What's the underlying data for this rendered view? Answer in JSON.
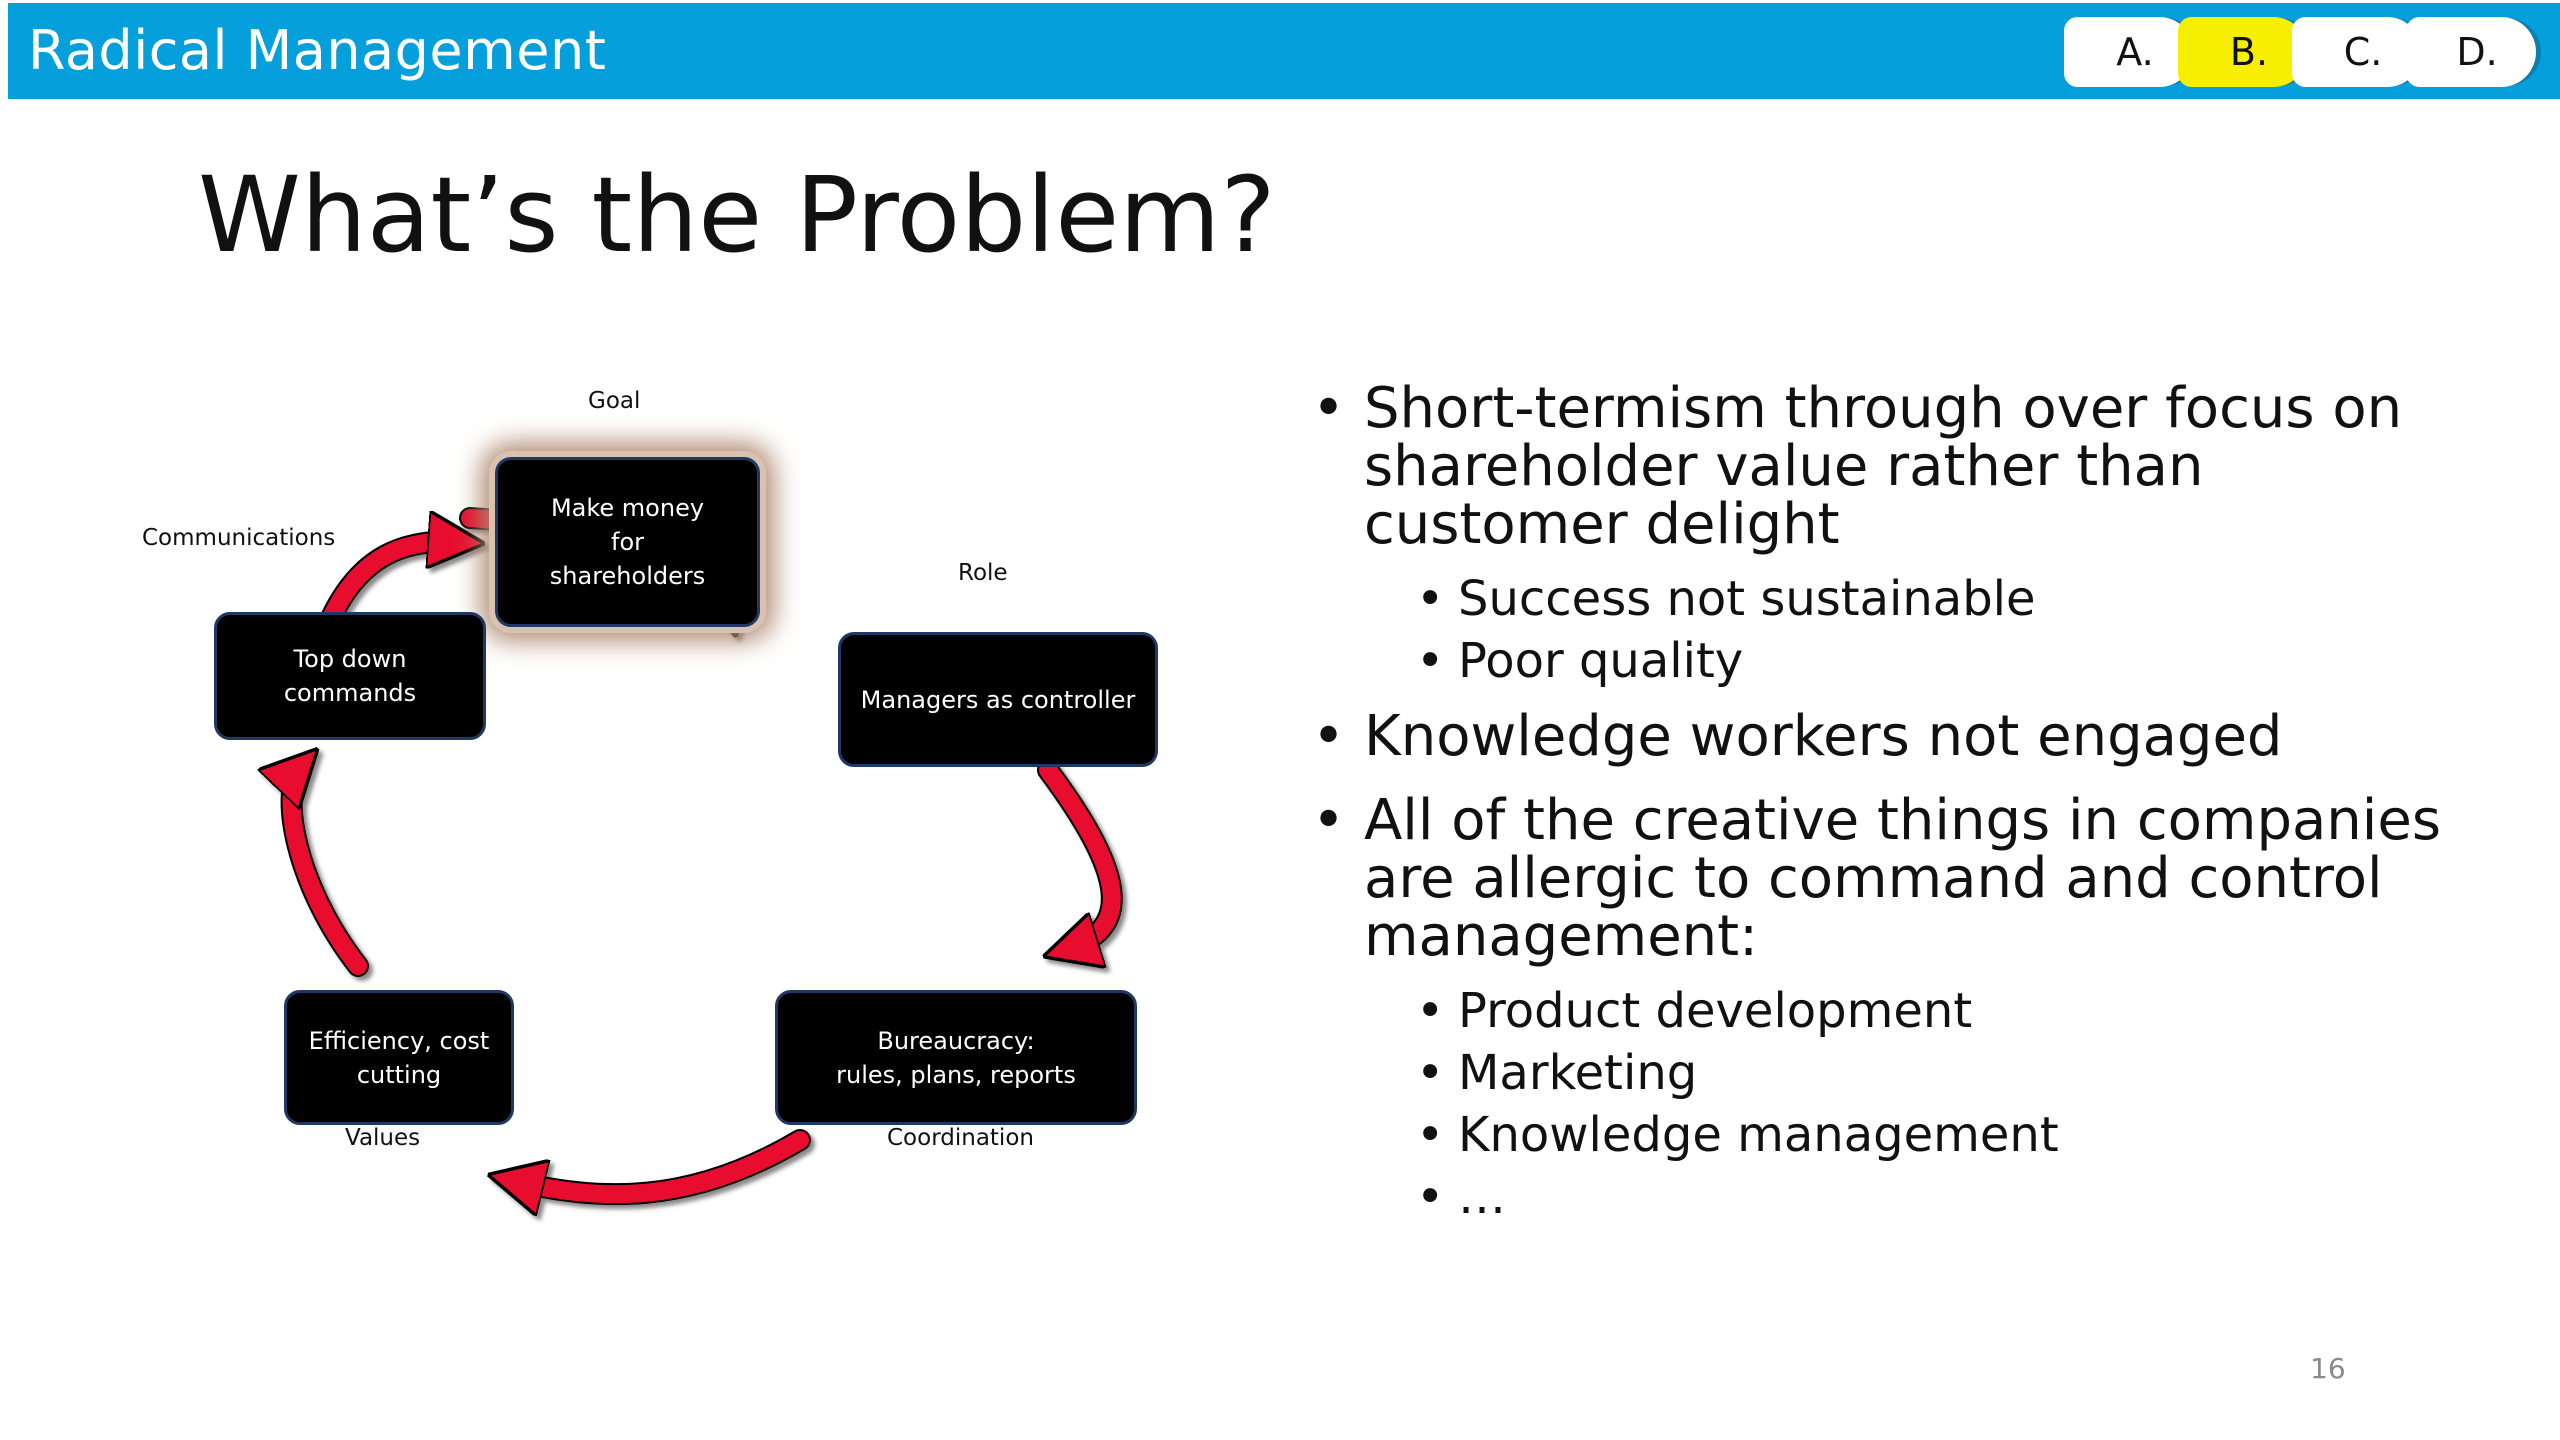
{
  "header": {
    "brand": "Radical Management",
    "tabs": [
      {
        "label": "A.",
        "active": false
      },
      {
        "label": "B.",
        "active": true
      },
      {
        "label": "C.",
        "active": false
      },
      {
        "label": "D.",
        "active": false
      }
    ]
  },
  "slide": {
    "title": "What’s the Problem?",
    "page_number": "16"
  },
  "diagram": {
    "nodes": {
      "goal": "Make money\nfor\nshareholders",
      "role": "Managers as controller",
      "coordination": "Bureaucracy:\nrules, plans, reports",
      "values": "Efficiency, cost\ncutting",
      "communications": "Top down\ncommands"
    },
    "labels": {
      "goal": "Goal",
      "role": "Role",
      "coordination": "Coordination",
      "values": "Values",
      "communications": "Communications"
    }
  },
  "bullets": [
    {
      "text": "Short-termism through over focus on shareholder value rather than customer delight",
      "sub": [
        "Success not sustainable",
        "Poor quality"
      ]
    },
    {
      "text": "Knowledge workers not engaged",
      "sub": []
    },
    {
      "text": "All of the creative things in companies are allergic to command and control management:",
      "sub": [
        "Product development",
        "Marketing",
        "Knowledge management",
        "…"
      ]
    }
  ],
  "colors": {
    "header": "#059fdb",
    "active_tab": "#f6f000",
    "arrow": "#e8102f"
  }
}
